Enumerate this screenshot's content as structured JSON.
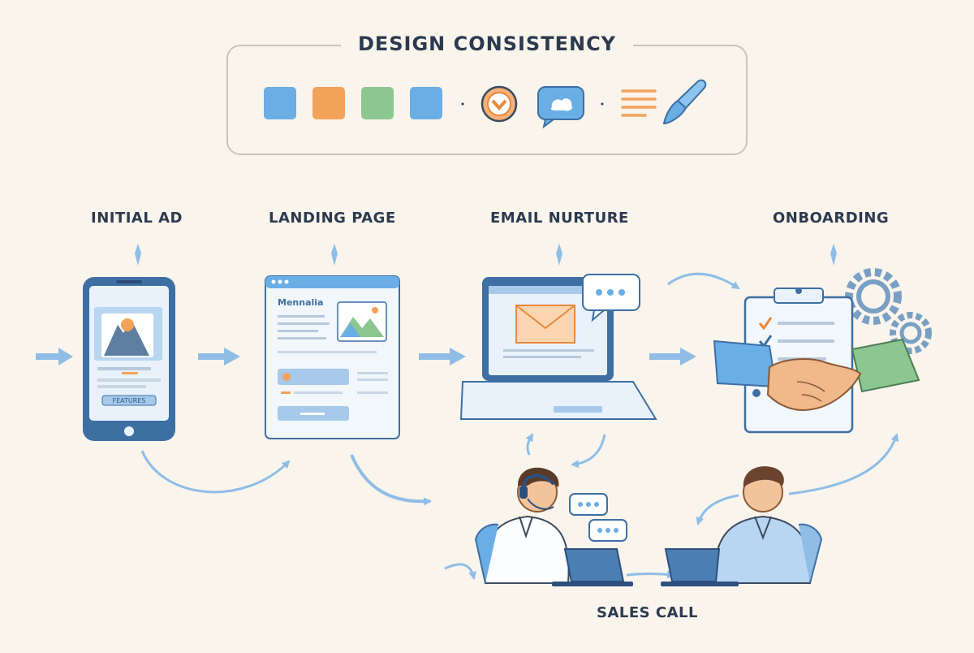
{
  "header": {
    "title": "DESIGN CONSISTENCY"
  },
  "palette": [
    "#6aaee6",
    "#f3a25a",
    "#8cc690",
    "#6aaee6"
  ],
  "header_icons": [
    "badge-icon",
    "chat-bubble-icon",
    "text-lines-icon",
    "brush-icon"
  ],
  "stages": {
    "initial_ad": "INITIAL AD",
    "landing_page": "LANDING PAGE",
    "email_nurture": "EMAIL NURTURE",
    "onboarding": "ONBOARDING",
    "sales_call": "SALES CALL"
  },
  "screen_text": {
    "ad_cta": "FEATURES",
    "landing_heading": "Mennalia"
  },
  "colors": {
    "ink": "#2c3a4f",
    "blue": "#6aaee6",
    "blue_dark": "#3d6fa3",
    "orange": "#f3a25a",
    "green": "#8cc690",
    "arrow": "#8fbde6"
  }
}
